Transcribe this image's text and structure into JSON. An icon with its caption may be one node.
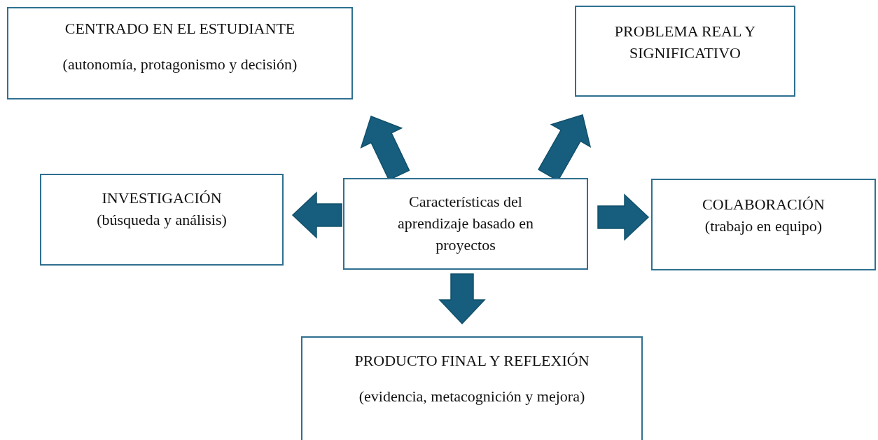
{
  "diagram": {
    "nodes": [
      {
        "text": [
          "Características del aprendizaje basado en proyectos"
        ]
      },
      {
        "text": [
          "CENTRADO EN EL ESTUDIANTE",
          "(autonomía, protagonismo y decisión)"
        ]
      },
      {
        "text": [
          "PROBLEMA REAL Y SIGNIFICATIVO"
        ]
      },
      {
        "text": [
          "INVESTIGACIÓN",
          "(búsqueda y análisis)"
        ]
      },
      {
        "text": [
          "COLABORACIÓN",
          "(trabajo en equipo)"
        ]
      },
      {
        "text": [
          "PRODUCTO FINAL Y REFLEXIÓN",
          "(evidencia, metacognición y mejora)"
        ]
      }
    ],
    "edges": [
      {
        "from": 0,
        "to": 1,
        "arrow": "to"
      },
      {
        "from": 0,
        "to": 2,
        "arrow": "to"
      },
      {
        "from": 0,
        "to": 3,
        "arrow": "to"
      },
      {
        "from": 0,
        "to": 4,
        "arrow": "to"
      },
      {
        "from": 0,
        "to": 5,
        "arrow": "to"
      }
    ]
  }
}
